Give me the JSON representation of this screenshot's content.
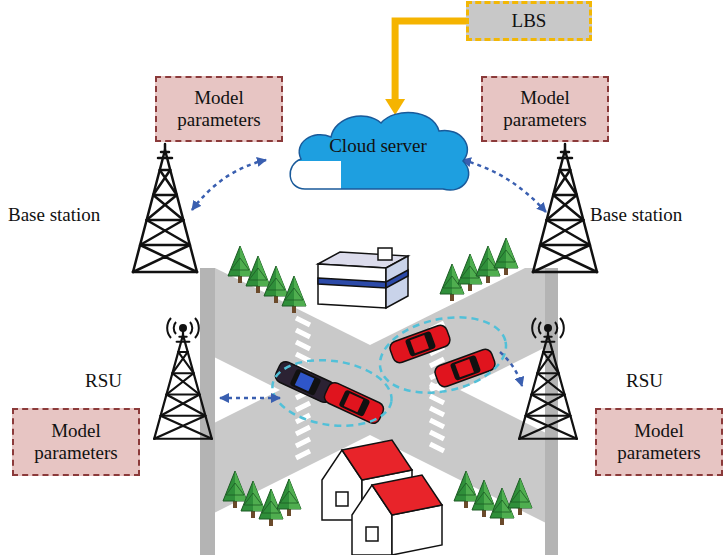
{
  "diagram": {
    "nodes": [
      {
        "text": [
          "LBS"
        ]
      },
      {
        "text": [
          "Model parameters"
        ]
      },
      {
        "text": [
          "Cloud server"
        ]
      },
      {
        "text": [
          "Model parameters"
        ]
      },
      {
        "text": [
          "Model parameters"
        ]
      },
      {
        "text": [
          "Model parameters"
        ]
      }
    ],
    "edges": [
      {
        "from": 0,
        "to": 2,
        "arrow": "to"
      }
    ],
    "labels": [
      "Base station",
      "Base station",
      "RSU",
      "RSU"
    ]
  }
}
